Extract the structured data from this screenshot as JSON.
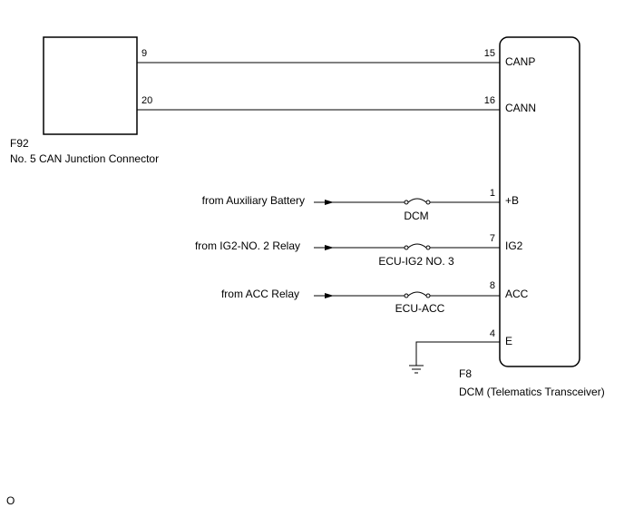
{
  "connector_f92": {
    "code": "F92",
    "name": "No. 5 CAN Junction Connector",
    "pins": [
      {
        "number": "9"
      },
      {
        "number": "20"
      }
    ]
  },
  "dcm": {
    "code": "F8",
    "name": "DCM (Telematics Transceiver)",
    "pins": [
      {
        "number": "15",
        "label": "CANP"
      },
      {
        "number": "16",
        "label": "CANN"
      },
      {
        "number": "1",
        "label": "+B"
      },
      {
        "number": "7",
        "label": "IG2"
      },
      {
        "number": "8",
        "label": "ACC"
      },
      {
        "number": "4",
        "label": "E"
      }
    ]
  },
  "power_inputs": [
    {
      "source": "from Auxiliary Battery",
      "fuse": "DCM"
    },
    {
      "source": "from IG2-NO. 2 Relay",
      "fuse": "ECU-IG2 NO. 3"
    },
    {
      "source": "from ACC Relay",
      "fuse": "ECU-ACC"
    }
  ],
  "footer_mark": "O"
}
